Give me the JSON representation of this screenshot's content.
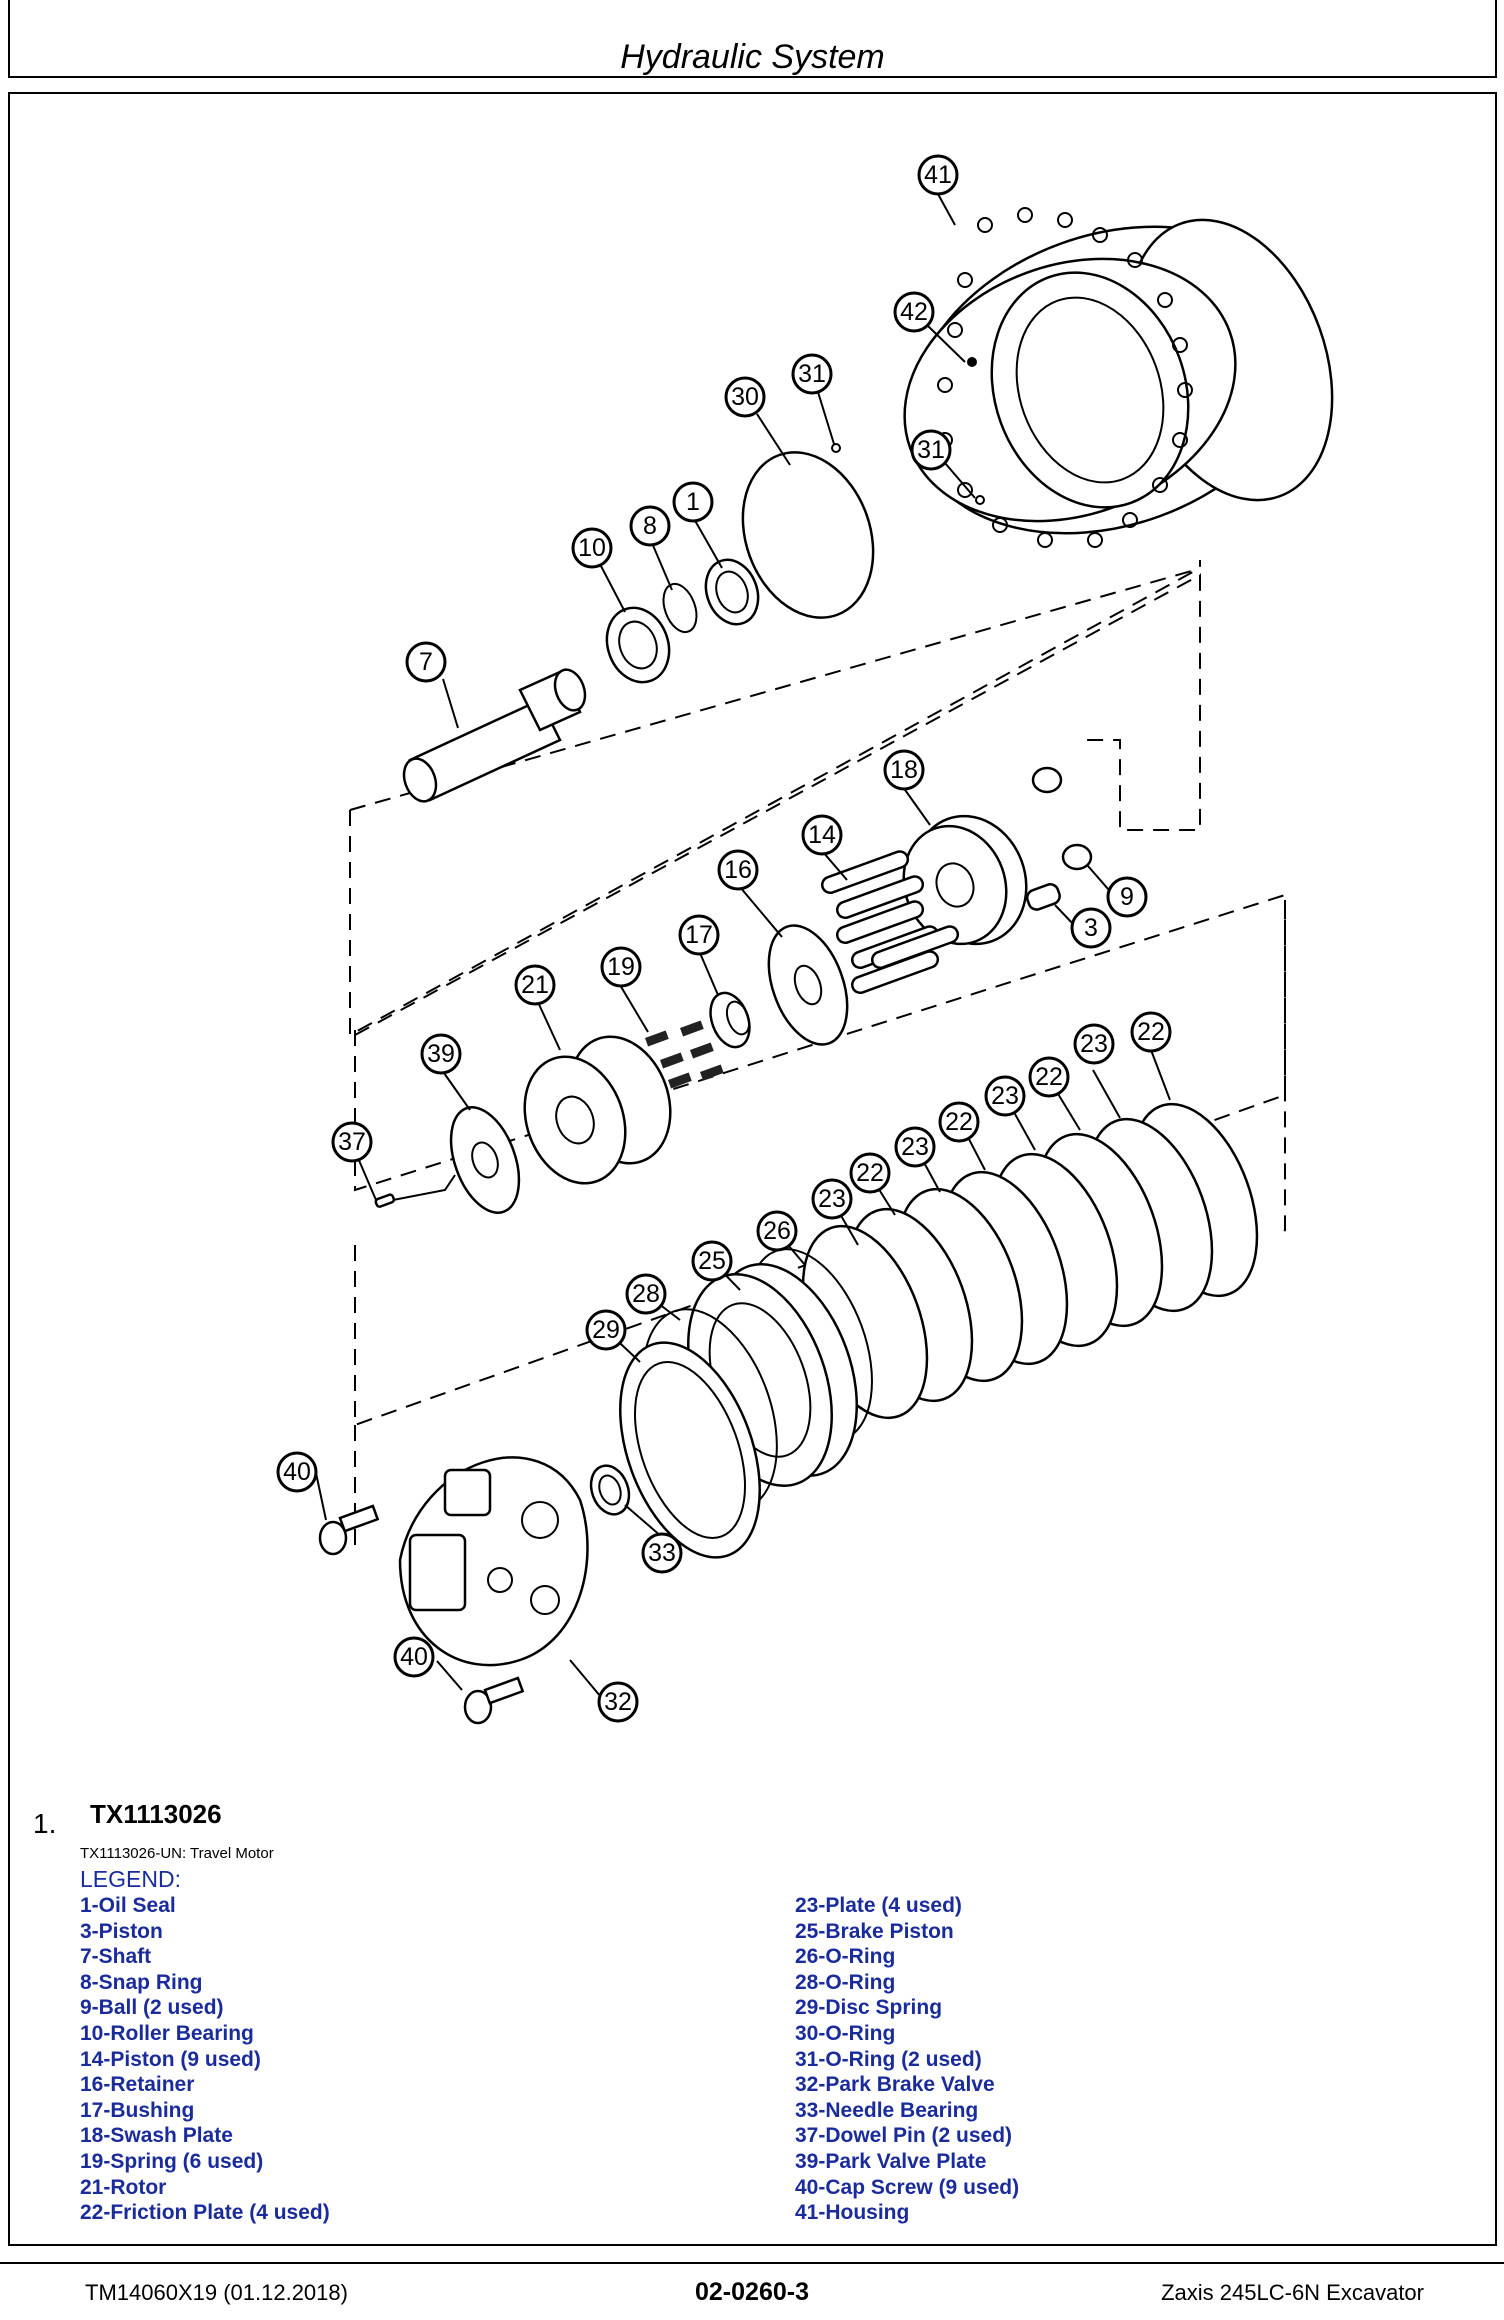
{
  "header": {
    "title": "Hydraulic System"
  },
  "figure": {
    "number": "1.",
    "id": "TX1113026",
    "caption": "TX1113026-UN: Travel Motor",
    "callouts": [
      "41",
      "42",
      "31",
      "30",
      "31",
      "1",
      "8",
      "10",
      "7",
      "18",
      "14",
      "9",
      "3",
      "16",
      "17",
      "19",
      "21",
      "39",
      "37",
      "22",
      "23",
      "22",
      "23",
      "22",
      "23",
      "22",
      "23",
      "26",
      "25",
      "28",
      "29",
      "40",
      "33",
      "40",
      "32"
    ]
  },
  "legend": {
    "title": "LEGEND:",
    "left": [
      "1-Oil Seal",
      "3-Piston",
      "7-Shaft",
      "8-Snap Ring",
      "9-Ball (2 used)",
      "10-Roller Bearing",
      "14-Piston (9 used)",
      "16-Retainer",
      "17-Bushing",
      "18-Swash Plate",
      "19-Spring (6 used)",
      "21-Rotor",
      "22-Friction Plate (4 used)"
    ],
    "right": [
      "23-Plate (4 used)",
      "25-Brake Piston",
      "26-O-Ring",
      "28-O-Ring",
      "29-Disc Spring",
      "30-O-Ring",
      "31-O-Ring (2 used)",
      "32-Park Brake Valve",
      "33-Needle Bearing",
      "37-Dowel Pin (2 used)",
      "39-Park Valve Plate",
      "40-Cap Screw (9 used)",
      "41-Housing"
    ]
  },
  "footer": {
    "left": "TM14060X19 (01.12.2018)",
    "center": "02-0260-3",
    "right": "Zaxis 245LC-6N Excavator"
  }
}
